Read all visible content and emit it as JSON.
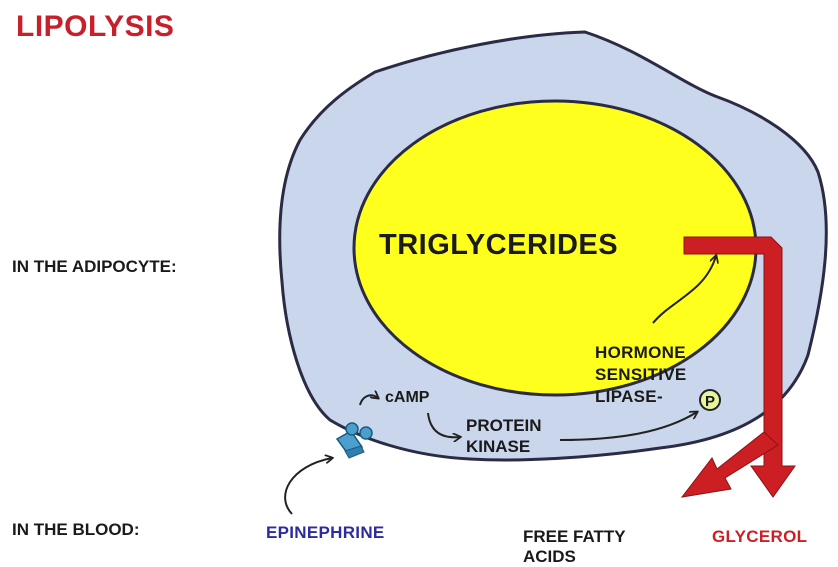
{
  "title": "LIPOLYSIS",
  "rows": {
    "cell": "IN THE ADIPOCYTE:",
    "blood": "IN THE BLOOD:"
  },
  "cell": {
    "lipid_droplet_label": "TRIGLYCERIDES",
    "enzyme_lines": [
      "HORMONE",
      "SENSITIVE",
      "LIPASE-"
    ],
    "phospho_symbol": "P",
    "second_messenger": "cAMP",
    "kinase_lines": [
      "PROTEIN",
      "KINASE"
    ]
  },
  "blood": {
    "hormone": "EPINEPHRINE",
    "product_1_lines": [
      "FREE FATTY",
      "ACIDS"
    ],
    "product_2": "GLYCEROL"
  },
  "colors": {
    "title": "#c8202a",
    "cell_fill": "#c9d6ec",
    "cell_stroke": "#2b2b45",
    "droplet": "#ffff1e",
    "product_arrow": "#cc1f24",
    "receptor": "#4a9fcc",
    "hormone_text": "#2c2c9e",
    "glycerol_text": "#cc1f24",
    "phospho_fill": "#e8f59a"
  }
}
